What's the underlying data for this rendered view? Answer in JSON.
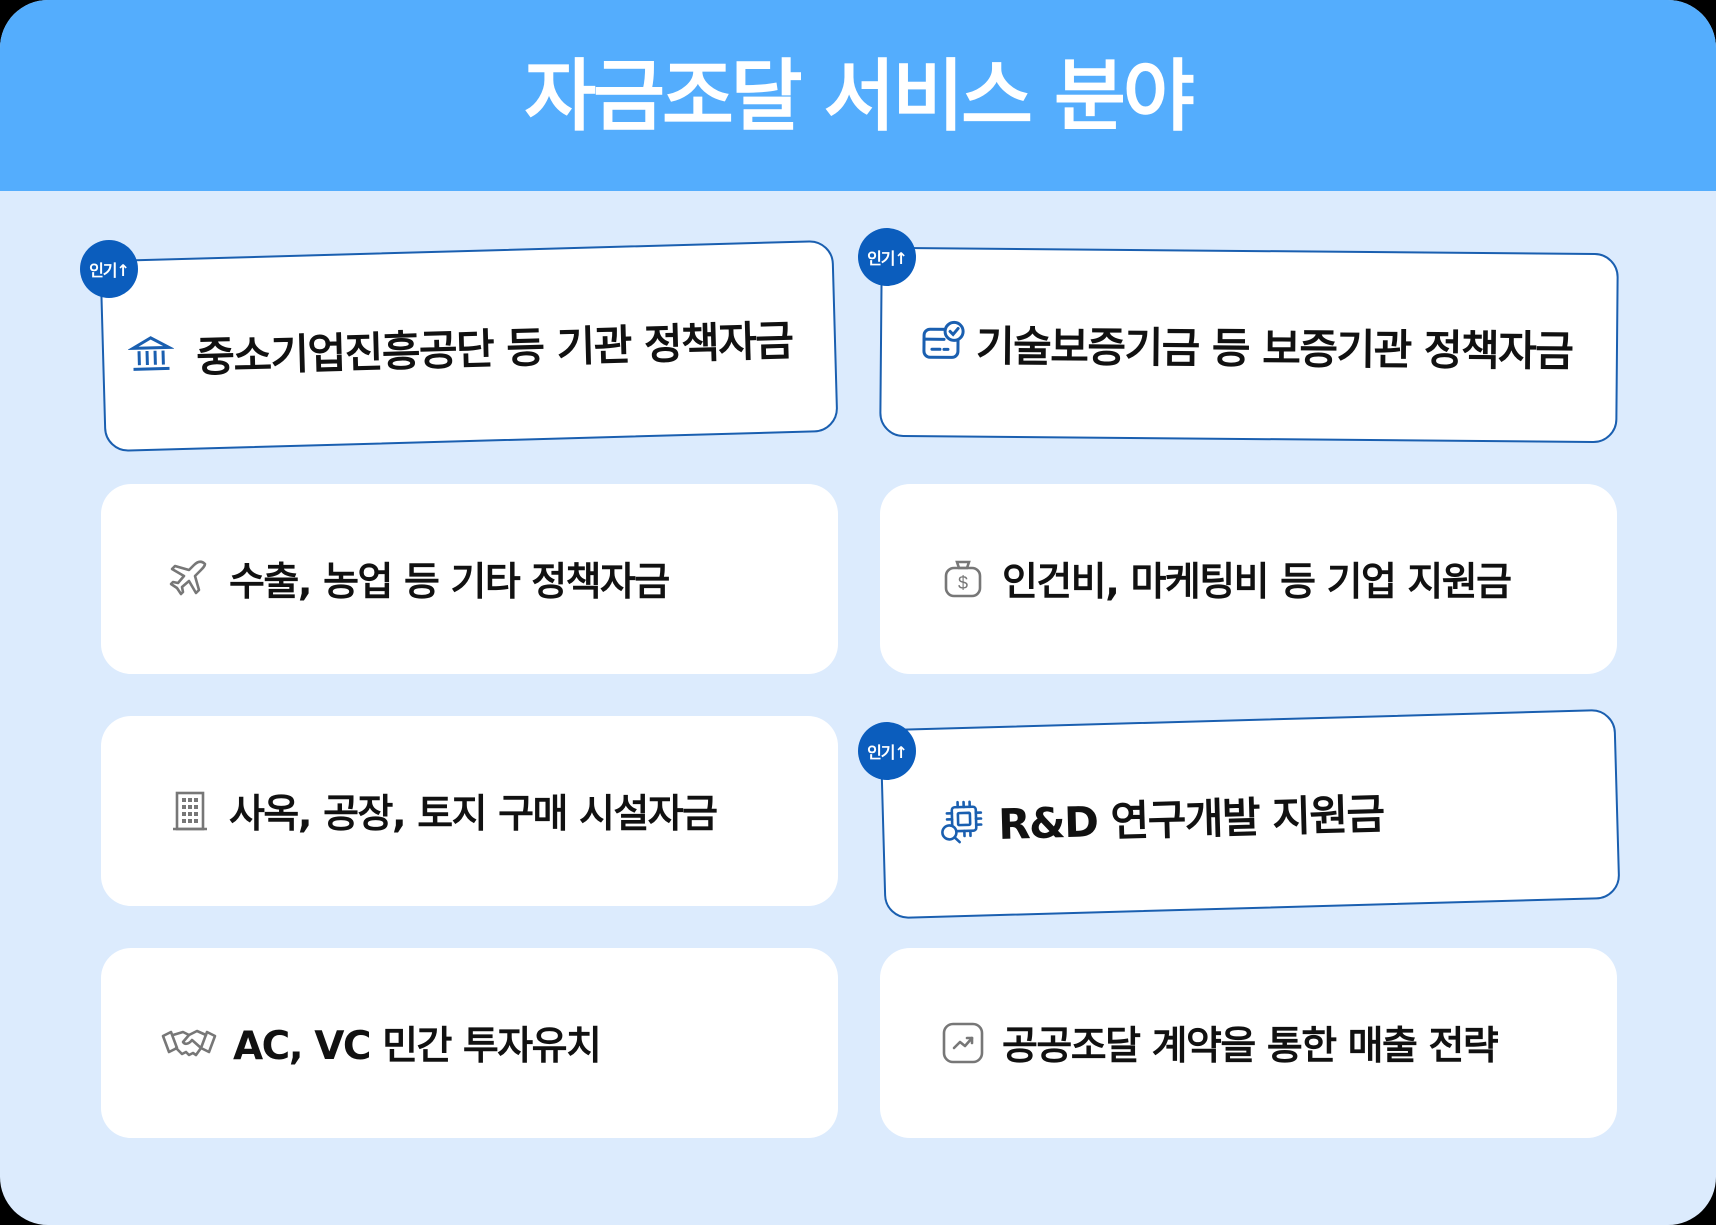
{
  "title": "자금조달 서비스 분야",
  "badge_label": "인기↑",
  "colors": {
    "header": "#54adfd",
    "background": "#dcebfd",
    "card": "#ffffff",
    "featured_border": "#1a5fb0",
    "featured_icon": "#1a5fb0",
    "plain_icon": "#777777",
    "badge": "#0b5dbd"
  },
  "cards": [
    {
      "label": "중소기업진흥공단 등 기관 정책자금",
      "icon": "bank-icon",
      "popular": true
    },
    {
      "label": "기술보증기금 등 보증기관 정책자금",
      "icon": "verified-card-icon",
      "popular": true
    },
    {
      "label": "수출, 농업 등 기타 정책자금",
      "icon": "airplane-icon",
      "popular": false
    },
    {
      "label": "인건비, 마케팅비 등 기업 지원금",
      "icon": "money-bag-icon",
      "popular": false
    },
    {
      "label": "사옥, 공장, 토지 구매 시설자금",
      "icon": "building-icon",
      "popular": false
    },
    {
      "label": "R&D 연구개발 지원금",
      "icon": "chip-search-icon",
      "popular": true
    },
    {
      "label": "AC, VC 민간 투자유치",
      "icon": "handshake-icon",
      "popular": false
    },
    {
      "label": "공공조달 계약을 통한 매출 전략",
      "icon": "trend-chart-icon",
      "popular": false
    }
  ]
}
